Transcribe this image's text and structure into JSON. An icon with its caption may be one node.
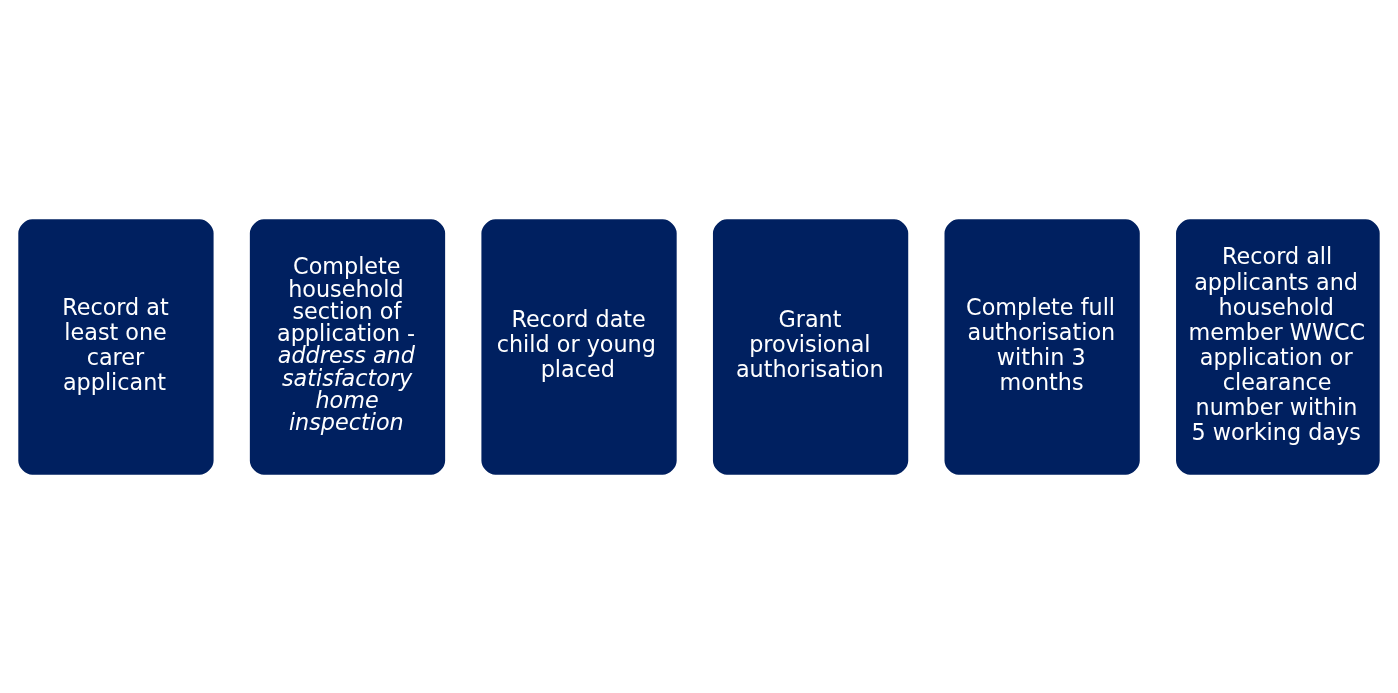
{
  "diagram": {
    "nodes": [
      {
        "text": [
          "Record at least one carer applicant"
        ]
      },
      {
        "text": [
          "Complete household section of application - *address and satisfactory home inspection*"
        ]
      },
      {
        "text": [
          "Record date child or young placed"
        ]
      },
      {
        "text": [
          "Grant provisional authorisation"
        ]
      },
      {
        "text": [
          "Complete full authorisation within 3 months"
        ]
      },
      {
        "text": [
          "Record all applicants and household member WWCC application or clearance number within 5 working days"
        ]
      }
    ],
    "edges": []
  }
}
